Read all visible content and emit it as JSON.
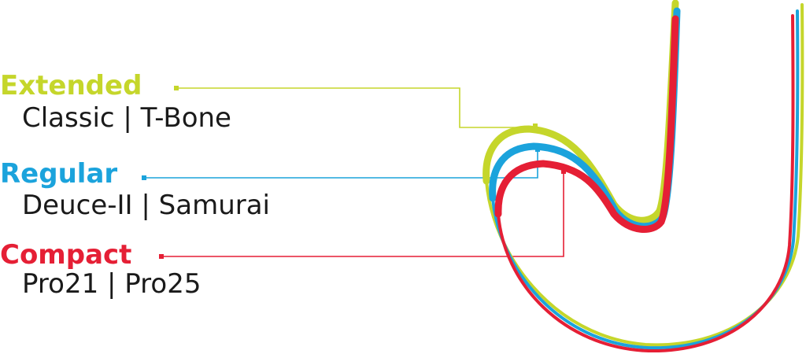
{
  "colors": {
    "extended": "#c5d62b",
    "regular": "#1ba3dc",
    "compact": "#e51f35",
    "text": "#1a1a1a"
  },
  "groups": [
    {
      "id": "extended",
      "title": "Extended",
      "models": "Classic | T-Bone",
      "color": "#c5d62b"
    },
    {
      "id": "regular",
      "title": "Regular",
      "models": "Deuce-II | Samurai",
      "color": "#1ba3dc"
    },
    {
      "id": "compact",
      "title": "Compact",
      "models": "Pro21 | Pro25",
      "color": "#e51f35"
    }
  ]
}
